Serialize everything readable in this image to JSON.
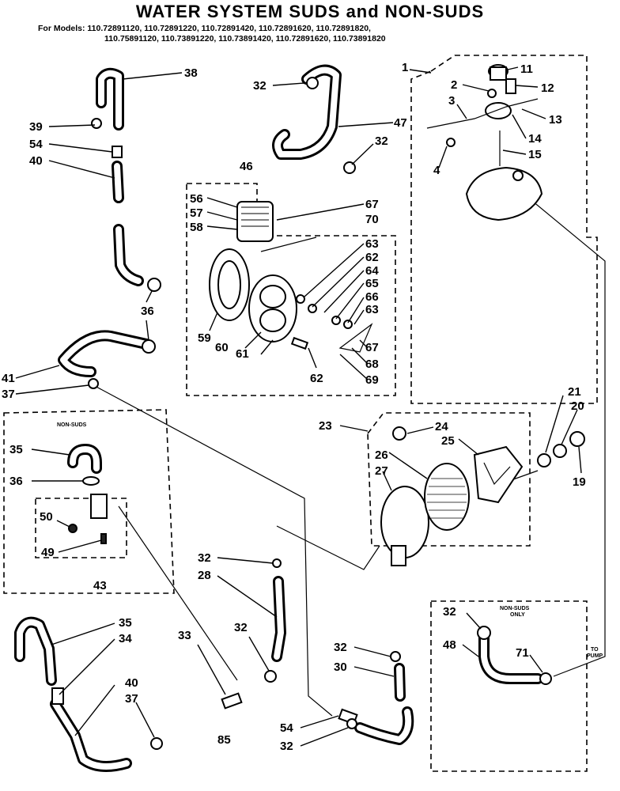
{
  "title": "WATER SYSTEM SUDS and NON-SUDS",
  "models_line1": "For Models: 110.72891120, 110.72891220, 110.72891420, 110.72891620, 110.72891820,",
  "models_line2": "110.75891120, 110.73891220, 110.73891420, 110.72891620, 110.73891820",
  "labels": {
    "l1": "1",
    "l2": "2",
    "l3": "3",
    "l4": "4",
    "l11": "11",
    "l12": "12",
    "l13": "13",
    "l14": "14",
    "l15": "15",
    "l19": "19",
    "l20": "20",
    "l21": "21",
    "l23": "23",
    "l24": "24",
    "l25": "25",
    "l26": "26",
    "l27": "27",
    "l28": "28",
    "l30": "30",
    "l32a": "32",
    "l32b": "32",
    "l32c": "32",
    "l32d": "32",
    "l32e": "32",
    "l32f": "32",
    "l32g": "32",
    "l33": "33",
    "l34": "34",
    "l35a": "35",
    "l35b": "35",
    "l36a": "36",
    "l36b": "36",
    "l37a": "37",
    "l37b": "37",
    "l38": "38",
    "l39": "39",
    "l40a": "40",
    "l40b": "40",
    "l41": "41",
    "l43": "43",
    "l46": "46",
    "l47": "47",
    "l48": "48",
    "l49": "49",
    "l50": "50",
    "l54a": "54",
    "l54b": "54",
    "l56": "56",
    "l57": "57",
    "l58": "58",
    "l59": "59",
    "l60": "60",
    "l61": "61",
    "l62": "62",
    "l63a": "63",
    "l63b": "63",
    "l64": "64",
    "l65": "65",
    "l66": "66",
    "l67a": "67",
    "l67b": "67",
    "l68": "68",
    "l69": "69",
    "l70": "70",
    "l71": "71",
    "l85": "85"
  },
  "notes": {
    "non_suds": "NON-SUDS",
    "non_suds_only_1": "NON-SUDS",
    "non_suds_only_2": "ONLY",
    "to_pump_1": "TO",
    "to_pump_2": "PUMP"
  }
}
